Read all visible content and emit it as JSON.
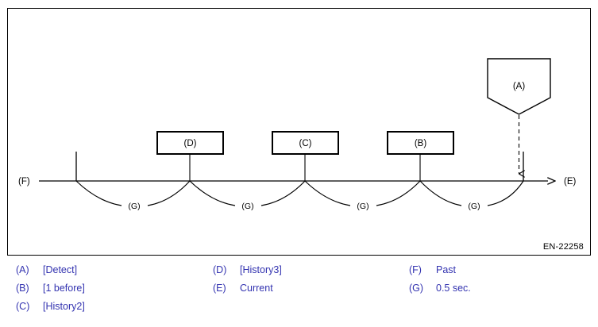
{
  "figure": {
    "code": "EN-22258",
    "timeline": {
      "past_label": "(F)",
      "current_label": "(E)",
      "interval_label": "(G)",
      "intervals": [
        "(G)",
        "(G)",
        "(G)",
        "(G)"
      ]
    },
    "callout": {
      "label": "(A)",
      "shape": "pentagon-down"
    },
    "history_boxes": [
      {
        "label": "(D)"
      },
      {
        "label": "(C)"
      },
      {
        "label": "(B)"
      }
    ]
  },
  "legend": {
    "columns": [
      {
        "entries": [
          {
            "key": "(A)",
            "value": "[Detect]"
          },
          {
            "key": "(B)",
            "value": "[1 before]"
          },
          {
            "key": "(C)",
            "value": "[History2]"
          }
        ]
      },
      {
        "entries": [
          {
            "key": "(D)",
            "value": "[History3]"
          },
          {
            "key": "(E)",
            "value": "Current"
          }
        ]
      },
      {
        "entries": [
          {
            "key": "(F)",
            "value": "Past"
          },
          {
            "key": "(G)",
            "value": "0.5 sec."
          }
        ]
      }
    ]
  },
  "colors": {
    "legend_text": "#3333b0",
    "diagram_line": "#000000",
    "background": "#ffffff"
  }
}
